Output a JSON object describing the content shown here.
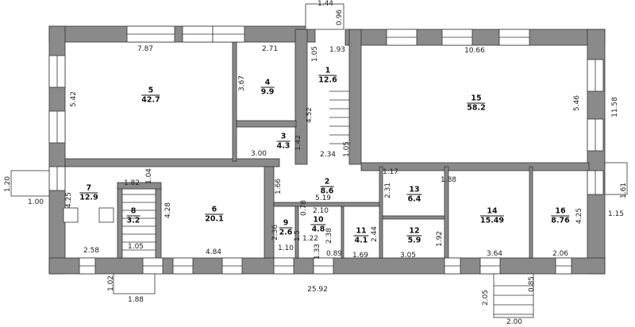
{
  "plan": {
    "total_width_label": "25.92",
    "rooms": [
      {
        "number": "1",
        "area": "12.6"
      },
      {
        "number": "2",
        "area": "8.6"
      },
      {
        "number": "3",
        "area": "4.3"
      },
      {
        "number": "4",
        "area": "9.9"
      },
      {
        "number": "5",
        "area": "42.7"
      },
      {
        "number": "6",
        "area": "20.1"
      },
      {
        "number": "7",
        "area": "12.9"
      },
      {
        "number": "8",
        "area": "3.2"
      },
      {
        "number": "9",
        "area": "2.6"
      },
      {
        "number": "10",
        "area": "4.8"
      },
      {
        "number": "11",
        "area": "4.1"
      },
      {
        "number": "12",
        "area": "5.9"
      },
      {
        "number": "13",
        "area": "6.4"
      },
      {
        "number": "14",
        "area": "15.49"
      },
      {
        "number": "15",
        "area": "58.2"
      },
      {
        "number": "16",
        "area": "8.76"
      }
    ],
    "dimensions": [
      "1.44",
      "0.96",
      "1.93",
      "1.05",
      "7.87",
      "5.42",
      "2.71",
      "3.67",
      "4.52",
      "3.00",
      "1.42",
      "2.34",
      "1.05",
      "10.66",
      "5.46",
      "11.58",
      "1.20",
      "1.00",
      "4.25",
      "1.82",
      "1.04",
      "4.28",
      "2.58",
      "1.05",
      "4.84",
      "1.02",
      "1.88",
      "1.66",
      "5.19",
      "2.31",
      "1.17",
      "1.88",
      "2.10",
      "0.78",
      "2.36",
      "1.10",
      "1.5",
      "1.22",
      "1.33",
      "2.38",
      "0.89",
      "2.44",
      "1.69",
      "3.05",
      "1.92",
      "3.64",
      "2.06",
      "4.25",
      "1.61",
      "1.15",
      "0.85",
      "2.05",
      "2.00"
    ]
  },
  "colors": {
    "wall": "#8a8a8a",
    "line": "#333333"
  }
}
